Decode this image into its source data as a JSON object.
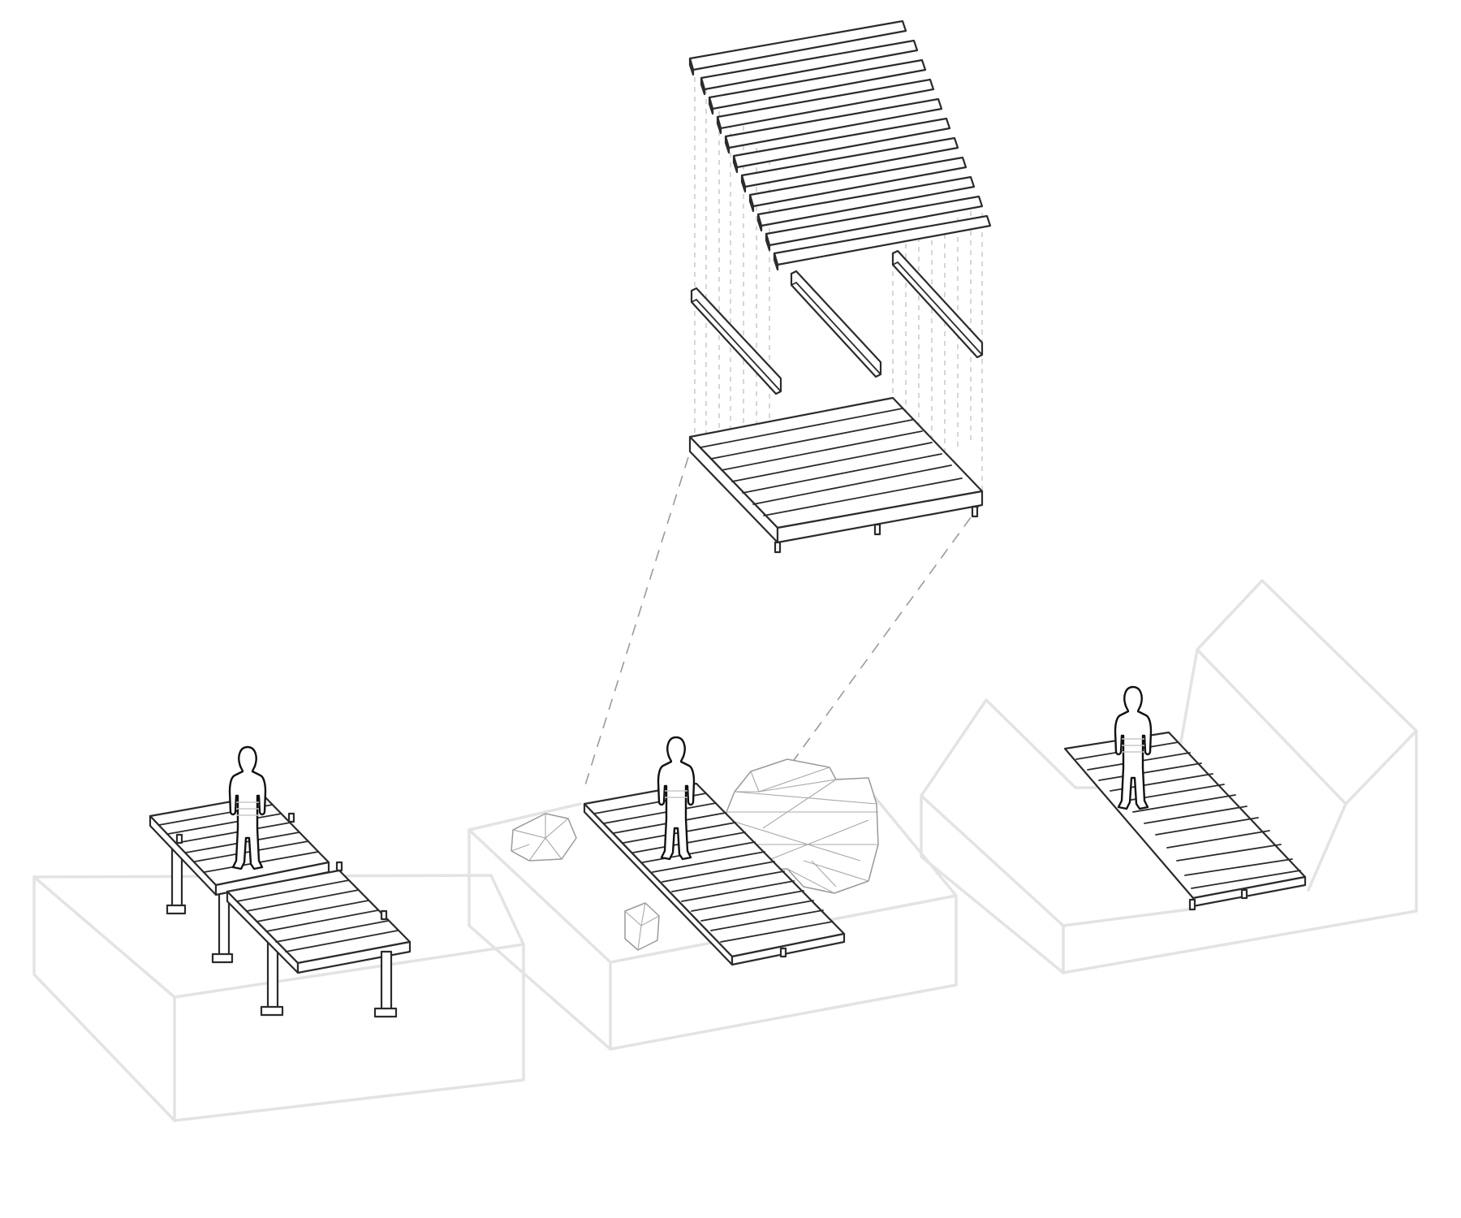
{
  "diagram": {
    "panels": [
      {
        "id": "raised",
        "name": "raised-boardwalk-on-posts"
      },
      {
        "id": "flat",
        "name": "ground-boardwalk-among-rocks"
      },
      {
        "id": "valley",
        "name": "boardwalk-in-valley"
      }
    ],
    "exploded_module": [
      "deck-boards",
      "joists",
      "assembled-deck-module"
    ],
    "colors": {
      "ground_outline": "#e3e3e3",
      "structure_line": "#2b2b2b",
      "rock_line": "#9a9a9a",
      "guide_dash": "#9a9a9a"
    }
  }
}
